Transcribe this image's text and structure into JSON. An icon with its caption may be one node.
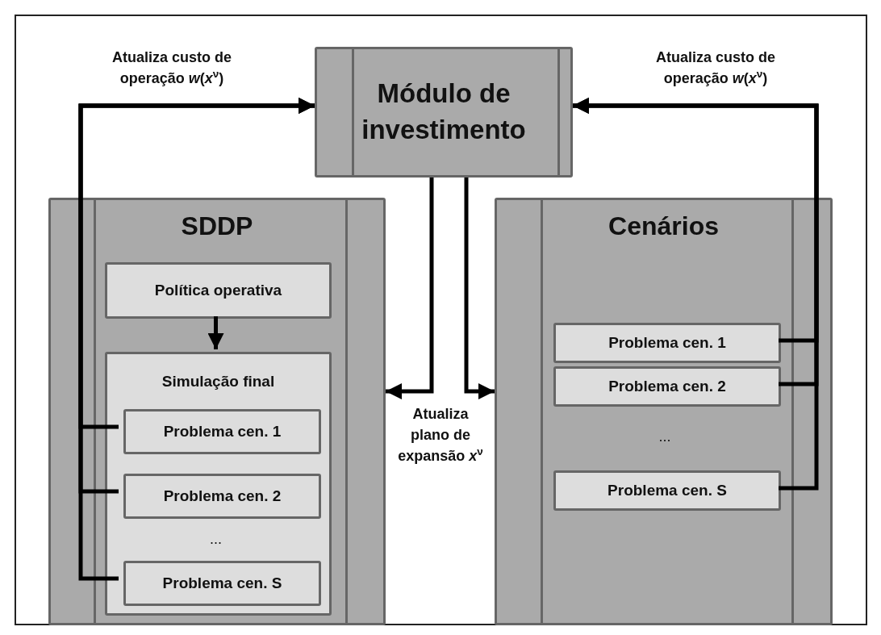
{
  "diagram": {
    "nodes": [
      {
        "text": [
          "Módulo de investimento"
        ]
      },
      {
        "text": [
          "SDDP"
        ]
      },
      {
        "text": [
          "Política operativa"
        ],
        "in": 1
      },
      {
        "text": [
          "Simulação final"
        ],
        "in": 1
      },
      {
        "text": [
          "Problema cen. 1"
        ],
        "in": 3
      },
      {
        "text": [
          "Problema cen. 2"
        ],
        "in": 3
      },
      {
        "text": [
          "Problema cen. S"
        ],
        "in": 3
      },
      {
        "text": [
          "Cenários"
        ]
      },
      {
        "text": [
          "Problema cen. 1"
        ],
        "in": 7
      },
      {
        "text": [
          "Problema cen. 2"
        ],
        "in": 7
      },
      {
        "text": [
          "Problema cen. S"
        ],
        "in": 7
      }
    ],
    "edges": [
      {
        "from": 4,
        "to": 0,
        "arrow": "to",
        "label": "Atualiza custo de operação *w*(*x*$^{ν}$)"
      },
      {
        "from": 5,
        "to": 0,
        "arrow": "to"
      },
      {
        "from": 6,
        "to": 0,
        "arrow": "to"
      },
      {
        "from": 8,
        "to": 0,
        "arrow": "to",
        "label": "Atualiza custo de operação *w*(*x*$^{ν}$)"
      },
      {
        "from": 9,
        "to": 0,
        "arrow": "to"
      },
      {
        "from": 10,
        "to": 0,
        "arrow": "to"
      },
      {
        "from": 0,
        "to": 1,
        "arrow": "to",
        "label": "Atualiza plano de expansão *x*$^{ν}$"
      },
      {
        "from": 0,
        "to": 7,
        "arrow": "to"
      },
      {
        "from": 2,
        "to": 3,
        "arrow": "to"
      }
    ],
    "labels": [
      "...",
      "..."
    ]
  }
}
